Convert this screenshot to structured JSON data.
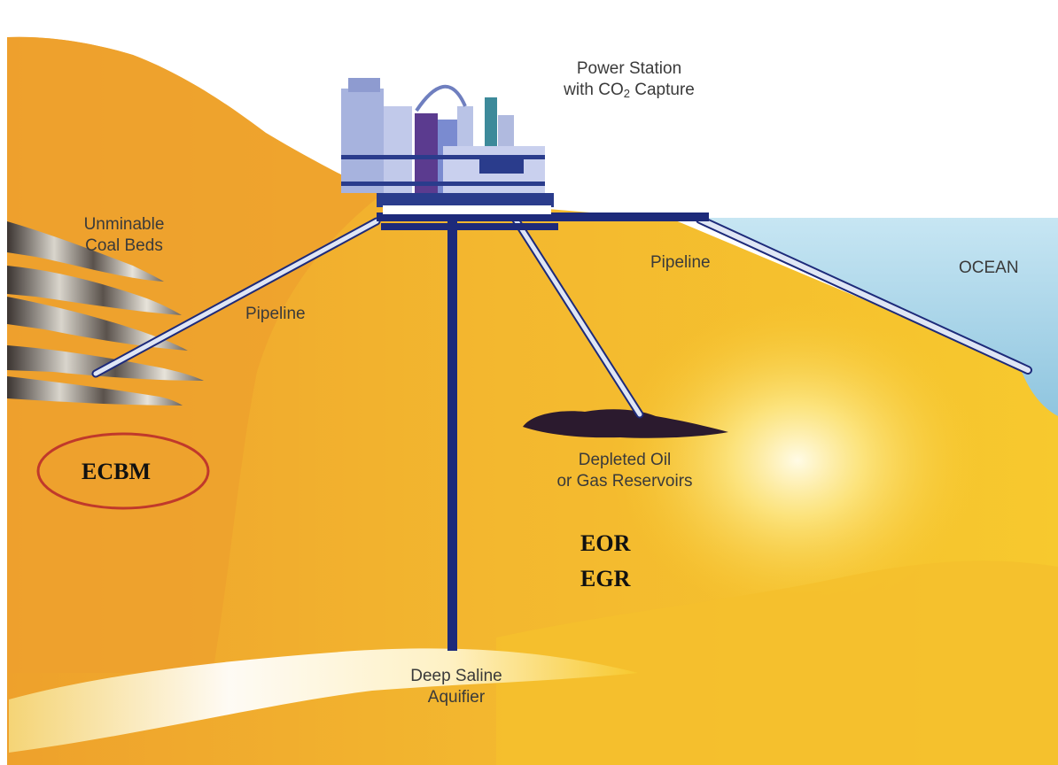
{
  "labels": {
    "power_station_line1": "Power Station",
    "power_station_prefix": "with CO",
    "power_station_sub": "2",
    "power_station_suffix": " Capture",
    "coal_line1": "Unminable",
    "coal_line2": "Coal Beds",
    "pipeline_left": "Pipeline",
    "pipeline_right": "Pipeline",
    "ocean": "OCEAN",
    "reservoir_line1": "Depleted Oil",
    "reservoir_line2": "or Gas Reservoirs",
    "aquifer_line1": "Deep Saline",
    "aquifer_line2": "Aquifier",
    "ecbm": "ECBM",
    "eor": "EOR",
    "egr": "EGR"
  },
  "colors": {
    "earth_light": "#f5c12c",
    "earth_dark": "#eea62d",
    "pipe": "#1d2a7a",
    "ocean": "#b7dcec",
    "oval_stroke": "#c0392b",
    "reservoir": "#2b1a2e"
  }
}
